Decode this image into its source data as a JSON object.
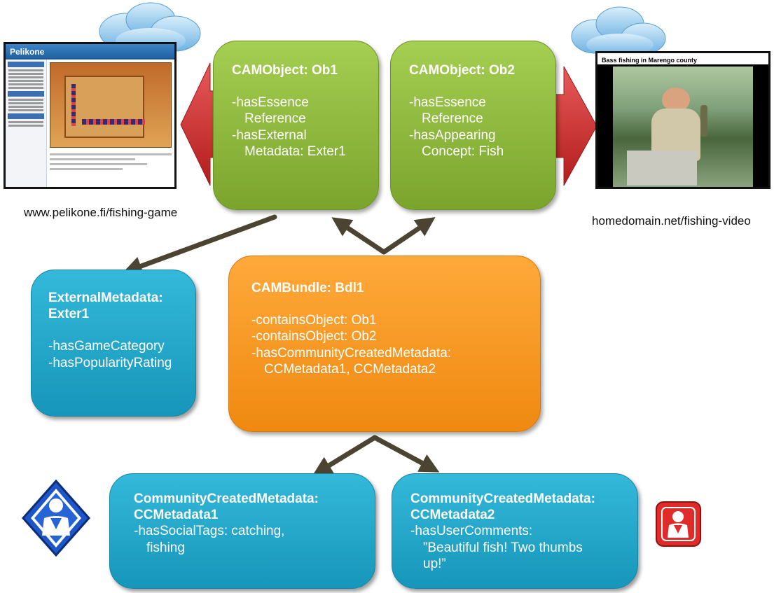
{
  "ob1": {
    "title": "CAMObject: Ob1",
    "lines": [
      "-hasEssence",
      "Reference",
      "-hasExternal",
      "Metadata: Exter1"
    ]
  },
  "ob2": {
    "title": "CAMObject: Ob2",
    "lines": [
      "-hasEssence",
      "Reference",
      "-hasAppearing",
      "Concept: Fish"
    ]
  },
  "bundle": {
    "title": "CAMBundle: Bdl1",
    "lines": [
      "-containsObject: Ob1",
      "-containsObject: Ob2",
      "-hasCommunityCreatedMetadata:",
      "CCMetadata1, CCMetadata2"
    ]
  },
  "external": {
    "title1": "ExternalMetadata:",
    "title2": "Exter1",
    "lines": [
      "-hasGameCategory",
      "-hasPopularityRating"
    ]
  },
  "cc1": {
    "title1": "CommunityCreatedMetadata:",
    "title2": "CCMetadata1",
    "lines": [
      "-hasSocialTags: catching,",
      "fishing"
    ]
  },
  "cc2": {
    "title1": "CommunityCreatedMetadata:",
    "title2": "CCMetadata2",
    "lines": [
      "-hasUserComments:",
      "”Beautiful fish! Two thumbs",
      "up!”"
    ]
  },
  "urls": {
    "left": "www.pelikone.fi/fishing-game",
    "right": "homedomain.net/fishing-video"
  },
  "video": {
    "title": "Bass fishing in Marengo county"
  },
  "game": {
    "logo": "Pelikone"
  },
  "colors": {
    "green": "#8cbb3c",
    "orange": "#f7961d",
    "blue": "#1fa5c8",
    "arrow_red": "#cc3333",
    "arrow_dark": "#4a4431"
  },
  "icons": [
    "cloud-icon",
    "user-icon-blue",
    "user-icon-red",
    "double-arrow-left",
    "double-arrow-right"
  ]
}
